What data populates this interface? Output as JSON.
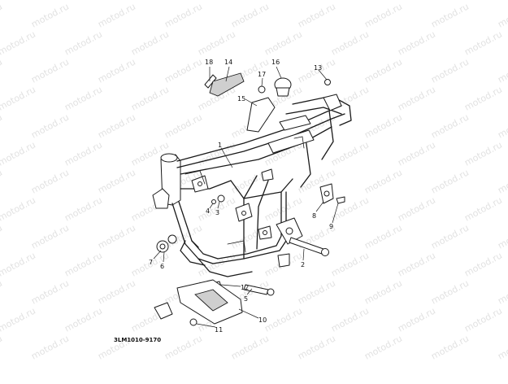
{
  "watermark": {
    "text": "motod.ru"
  },
  "diagram": {
    "code": "3LM1010-9170",
    "callouts": [
      {
        "id": "1",
        "text": "1"
      },
      {
        "id": "2",
        "text": "2"
      },
      {
        "id": "3",
        "text": "3"
      },
      {
        "id": "4",
        "text": "4"
      },
      {
        "id": "5",
        "text": "5"
      },
      {
        "id": "6",
        "text": "6"
      },
      {
        "id": "7",
        "text": "7"
      },
      {
        "id": "8",
        "text": "8"
      },
      {
        "id": "9",
        "text": "9"
      },
      {
        "id": "10",
        "text": "10"
      },
      {
        "id": "11",
        "text": "11"
      },
      {
        "id": "12",
        "text": "12"
      },
      {
        "id": "13",
        "text": "13"
      },
      {
        "id": "14",
        "text": "14"
      },
      {
        "id": "15",
        "text": "15"
      },
      {
        "id": "16",
        "text": "16"
      },
      {
        "id": "17",
        "text": "17"
      },
      {
        "id": "18",
        "text": "18"
      }
    ]
  }
}
